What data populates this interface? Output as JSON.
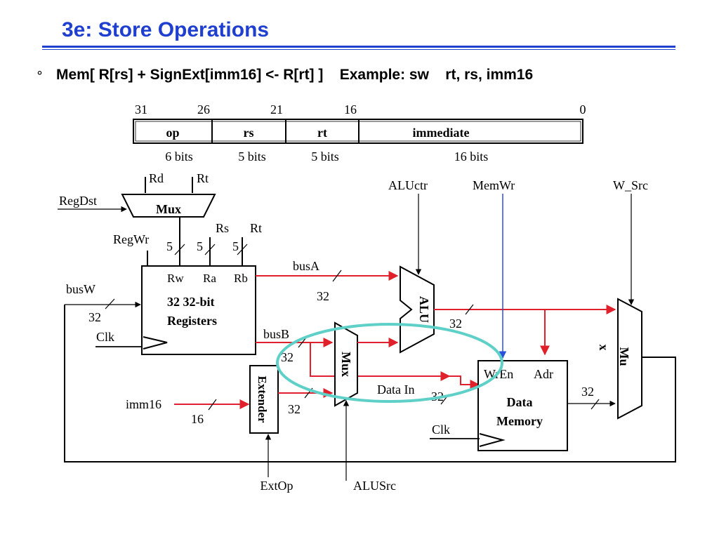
{
  "title": "3e: Store Operations",
  "bullet": {
    "symbol": "°",
    "text": "Mem[ R[rs] + SignExt[imm16] <- R[rt] ]    Example: sw    rt, rs, imm16"
  },
  "format": {
    "bit_numbers": [
      "31",
      "26",
      "21",
      "16",
      "0"
    ],
    "fields": [
      {
        "label": "op",
        "bits": "6 bits"
      },
      {
        "label": "rs",
        "bits": "5 bits"
      },
      {
        "label": "rt",
        "bits": "5 bits"
      },
      {
        "label": "immediate",
        "bits": "16 bits"
      }
    ]
  },
  "regdst_mux": {
    "label": "Mux",
    "input_left": "Rd",
    "input_right": "Rt",
    "control": "RegDst"
  },
  "register_file": {
    "line1": "32 32-bit",
    "line2": "Registers",
    "ports": {
      "rw": "Rw",
      "ra": "Ra",
      "rb": "Rb"
    },
    "port_inputs": {
      "rs": "Rs",
      "rt": "Rt"
    },
    "control": "RegWr",
    "width_5": "5"
  },
  "buses": {
    "busA": "busA",
    "busB": "busB",
    "busW": "busW",
    "width_32": "32",
    "width_16": "16",
    "data_in": "Data In"
  },
  "clk": "Clk",
  "imm16": "imm16",
  "extender": {
    "label": "Extender",
    "control": "ExtOp"
  },
  "alusrc_mux": {
    "label": "Mux",
    "control": "ALUSrc"
  },
  "alu": {
    "label": "ALU",
    "control": "ALUctr"
  },
  "data_memory": {
    "line1": "Data",
    "line2": "Memory",
    "wren": "WrEn",
    "adr": "Adr",
    "control": "MemWr"
  },
  "wsrc_mux": {
    "line1": "Mu",
    "line2": "x",
    "control": "W_Src"
  },
  "colors": {
    "title": "#1f3fcf",
    "rule": "#1f3fcf",
    "active_path": "#e0202a",
    "memwr_line": "#2a4fd8",
    "highlight_ellipse": "#5fd0c8"
  }
}
